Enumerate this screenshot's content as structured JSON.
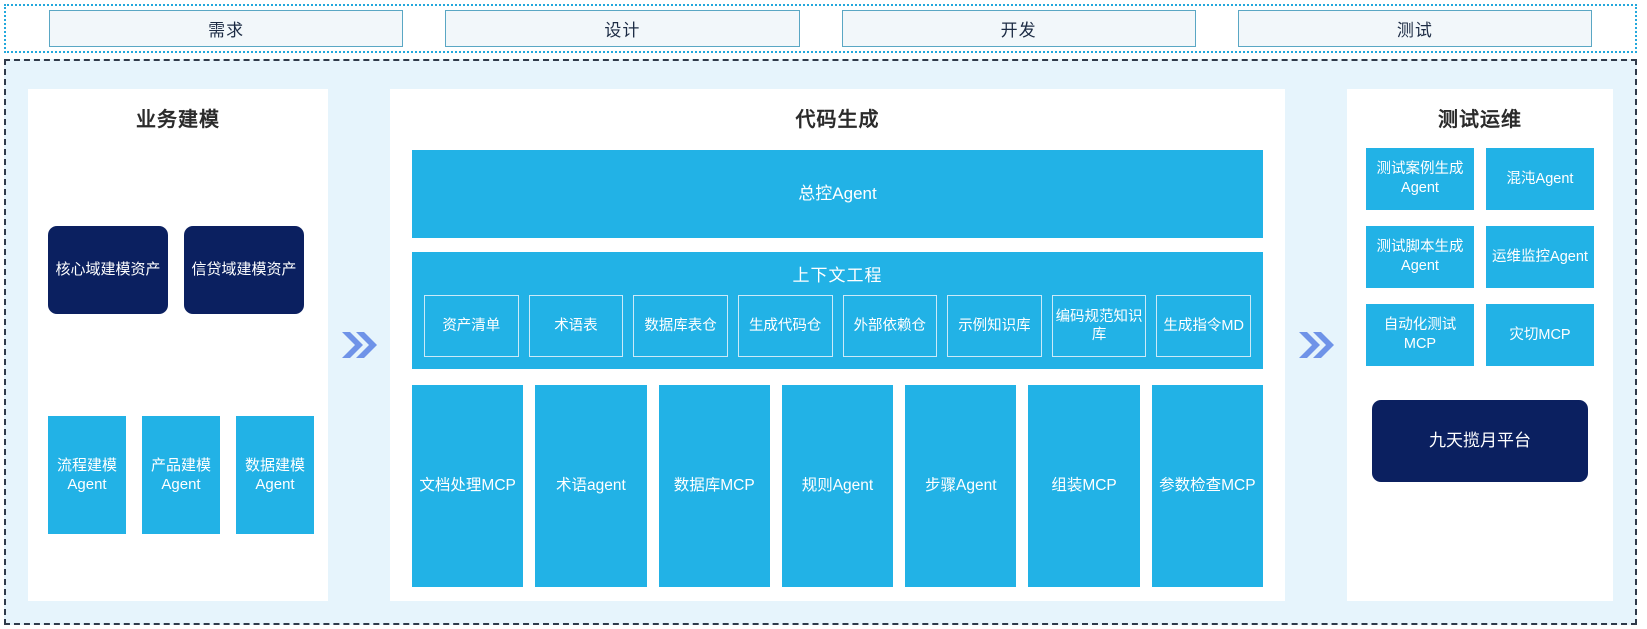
{
  "phases": {
    "items": [
      {
        "label": "需求"
      },
      {
        "label": "设计"
      },
      {
        "label": "开发"
      },
      {
        "label": "测试"
      }
    ]
  },
  "connectors": {
    "left_arrow": "»",
    "right_arrow": "»",
    "color": "#6f93e8"
  },
  "colors": {
    "cyan": "#22b2e6",
    "navy": "#0b2060",
    "region_bg": "#e6f4fc",
    "phase_fill": "#f2f7fa",
    "phase_border": "#5aa7c4",
    "panel_bg": "#ffffff"
  },
  "panels": {
    "business_modeling": {
      "title": "业务建模",
      "assets": [
        {
          "label": "核心域建模资产"
        },
        {
          "label": "信贷域建模资产"
        }
      ],
      "agents": [
        {
          "label": "流程建模Agent"
        },
        {
          "label": "产品建模Agent"
        },
        {
          "label": "数据建模Agent"
        }
      ]
    },
    "code_generation": {
      "title": "代码生成",
      "master_agent": {
        "label": "总控Agent"
      },
      "context_engineering": {
        "title": "上下文工程",
        "items": [
          {
            "label": "资产清单"
          },
          {
            "label": "术语表"
          },
          {
            "label": "数据库表仓"
          },
          {
            "label": "生成代码仓"
          },
          {
            "label": "外部依赖仓"
          },
          {
            "label": "示例知识库"
          },
          {
            "label": "编码规范知识库"
          },
          {
            "label": "生成指令MD"
          }
        ]
      },
      "tools": [
        {
          "label": "文档处理MCP"
        },
        {
          "label": "术语agent"
        },
        {
          "label": "数据库MCP"
        },
        {
          "label": "规则Agent"
        },
        {
          "label": "步骤Agent"
        },
        {
          "label": "组装MCP"
        },
        {
          "label": "参数检查MCP"
        }
      ]
    },
    "test_ops": {
      "title": "测试运维",
      "items": [
        {
          "label": "测试案例生成Agent"
        },
        {
          "label": "混沌Agent"
        },
        {
          "label": "测试脚本生成Agent"
        },
        {
          "label": "运维监控Agent"
        },
        {
          "label": "自动化测试MCP"
        },
        {
          "label": "灾切MCP"
        }
      ],
      "platform": {
        "label": "九天揽月平台"
      }
    }
  }
}
